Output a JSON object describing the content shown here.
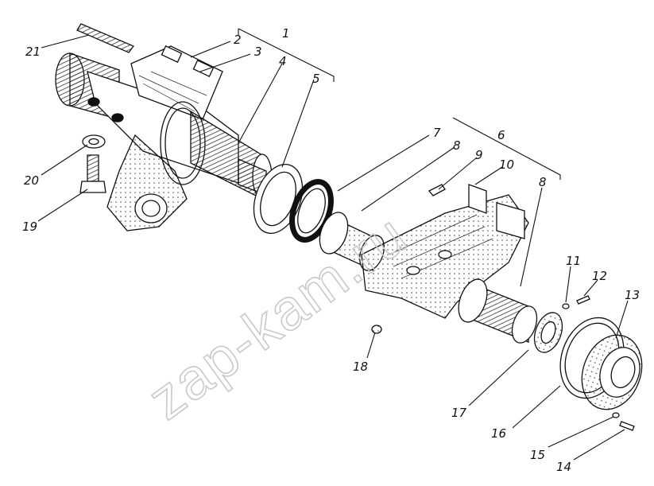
{
  "watermark": "zap-kam.ru",
  "labels": {
    "p1": "1",
    "p2": "2",
    "p3": "3",
    "p4": "4",
    "p5": "5",
    "p6": "6",
    "p7": "7",
    "p8a": "8",
    "p8b": "8",
    "p9": "9",
    "p10": "10",
    "p11": "11",
    "p12": "12",
    "p13": "13",
    "p14": "14",
    "p15": "15",
    "p16": "16",
    "p17": "17",
    "p18": "18",
    "p19": "19",
    "p20": "20",
    "p21": "21"
  },
  "colors": {
    "line": "#111111",
    "watermark": "#c9c9c9",
    "background": "#ffffff"
  }
}
